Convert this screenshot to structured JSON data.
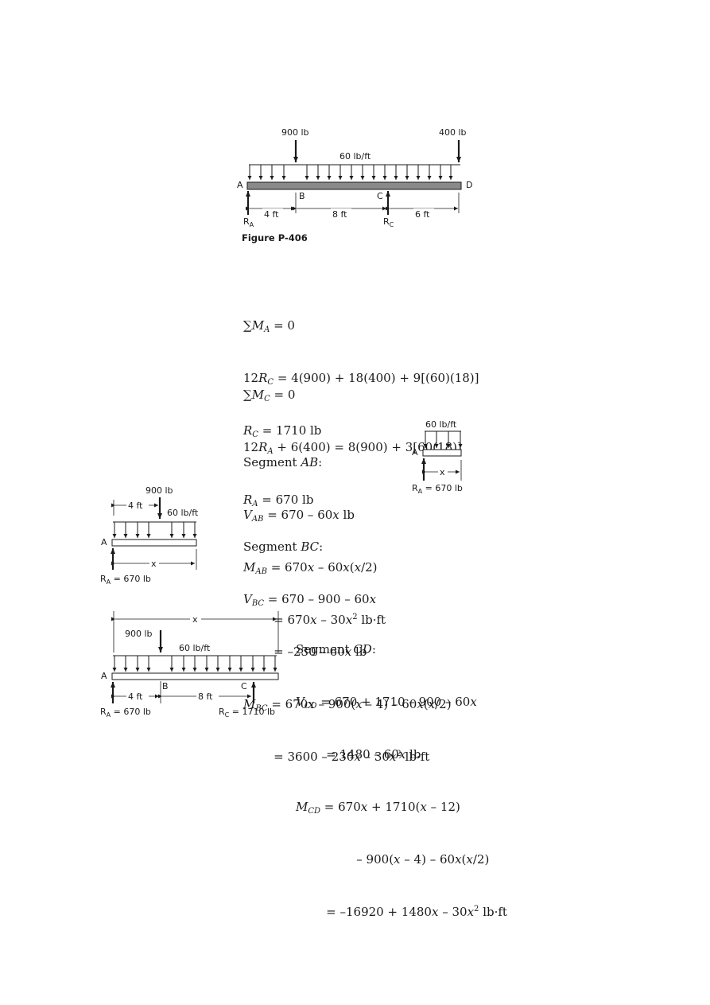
{
  "figure_main": {
    "caption": "Figure P-406",
    "load_900": "900 lb",
    "load_400": "400 lb",
    "distributed": "60 lb/ft",
    "label_a": "A",
    "label_b": "B",
    "label_c": "C",
    "label_d": "D",
    "reaction_a": "R",
    "reaction_a_sub": "A",
    "reaction_c": "R",
    "reaction_c_sub": "C",
    "dim_1": "4 ft",
    "dim_2": "8 ft",
    "dim_3": "6 ft"
  },
  "eq_ma": {
    "l1_a": "∑",
    "l1_b": "M",
    "l1_c": "A",
    "l1_d": " = 0",
    "l2_a": "12",
    "l2_b": "R",
    "l2_c": "C",
    "l2_d": " = 4(900) + 18(400) + 9[(60)(18)]",
    "l3_a": "R",
    "l3_b": "C",
    "l3_c": " = 1710 lb"
  },
  "eq_mc": {
    "l1_a": "∑",
    "l1_b": "M",
    "l1_c": "C",
    "l1_d": " = 0",
    "l2_a": "12",
    "l2_b": "R",
    "l2_c": "A",
    "l2_d": " + 6(400) = 8(900) + 3[60(18)]",
    "l3_a": "R",
    "l3_b": "A",
    "l3_c": " = 670 lb"
  },
  "seg_ab": {
    "title_a": "Segment ",
    "title_b": "AB",
    "title_c": ":",
    "v_a": "V",
    "v_b": "AB",
    "v_c": " = 670 – 60",
    "v_d": "x",
    "v_e": " lb",
    "m_a": "M",
    "m_b": "AB",
    "m_c": " = 670",
    "m_d": "x",
    "m_e": " – 60",
    "m_f": "x",
    "m_g": "(",
    "m_h": "x",
    "m_i": "/2)",
    "m2_a": "        = 670",
    "m2_b": "x",
    "m2_c": " – 30",
    "m2_d": "x",
    "m2_e": "2",
    "m2_f": " lb·ft",
    "fig_load": "60 lb/ft",
    "fig_a": "A",
    "fig_x": "x",
    "fig_r": "R",
    "fig_r_sub": "A",
    "fig_r_val": " = 670 lb"
  },
  "seg_bc": {
    "title_a": "Segment ",
    "title_b": "BC",
    "title_c": ":",
    "v_a": "V",
    "v_b": "BC",
    "v_c": " = 670 – 900 – 60",
    "v_d": "x",
    "v2_a": "        = –230 – 60",
    "v2_b": "x",
    "v2_c": " lb",
    "m_a": "M",
    "m_b": "BC",
    "m_c": " = 670",
    "m_d": "x",
    "m_e": " – 900(",
    "m_f": "x",
    "m_g": " – 4) – 60",
    "m_h": "x",
    "m_i": "(",
    "m_j": "x",
    "m_k": "/2)",
    "m2_a": "        = 3600 – 230",
    "m2_b": "x",
    "m2_c": " – 30",
    "m2_d": "x",
    "m2_e": "2",
    "m2_f": " lb·ft",
    "fig_900": "900 lb",
    "fig_4ft": "4 ft",
    "fig_load": "60 lb/ft",
    "fig_a": "A",
    "fig_x": "x",
    "fig_r": "R",
    "fig_r_sub": "A",
    "fig_r_val": " = 670 lb"
  },
  "seg_cd": {
    "title_a": "Segment ",
    "title_b": "CD",
    "title_c": ":",
    "v_a": "V",
    "v_b": "CD",
    "v_c": " = 670 + 1710 – 900 – 60",
    "v_d": "x",
    "v2_a": "        = 1480 – 60",
    "v2_b": "x",
    "v2_c": " lb",
    "m_a": "M",
    "m_b": "CD",
    "m_c": " = 670",
    "m_d": "x",
    "m_e": " + 1710(",
    "m_f": "x",
    "m_g": " – 12)",
    "m2_a": "                – 900(",
    "m2_b": "x",
    "m2_c": " – 4) – 60",
    "m2_d": "x",
    "m2_e": "(",
    "m2_f": "x",
    "m2_g": "/2)",
    "m3_a": "        = –16920 + 1480",
    "m3_b": "x",
    "m3_c": " – 30",
    "m3_d": "x",
    "m3_e": "2",
    "m3_f": " lb·ft",
    "fig_x": "x",
    "fig_900": "900 lb",
    "fig_load": "60 lb/ft",
    "fig_a": "A",
    "fig_b": "B",
    "fig_c": "C",
    "fig_4ft": "4 ft",
    "fig_8ft": "8 ft",
    "fig_ra": "R",
    "fig_ra_sub": "A",
    "fig_ra_val": " = 670 lb",
    "fig_rc": "R",
    "fig_rc_sub": "C",
    "fig_rc_val": " = 1710 lb"
  }
}
